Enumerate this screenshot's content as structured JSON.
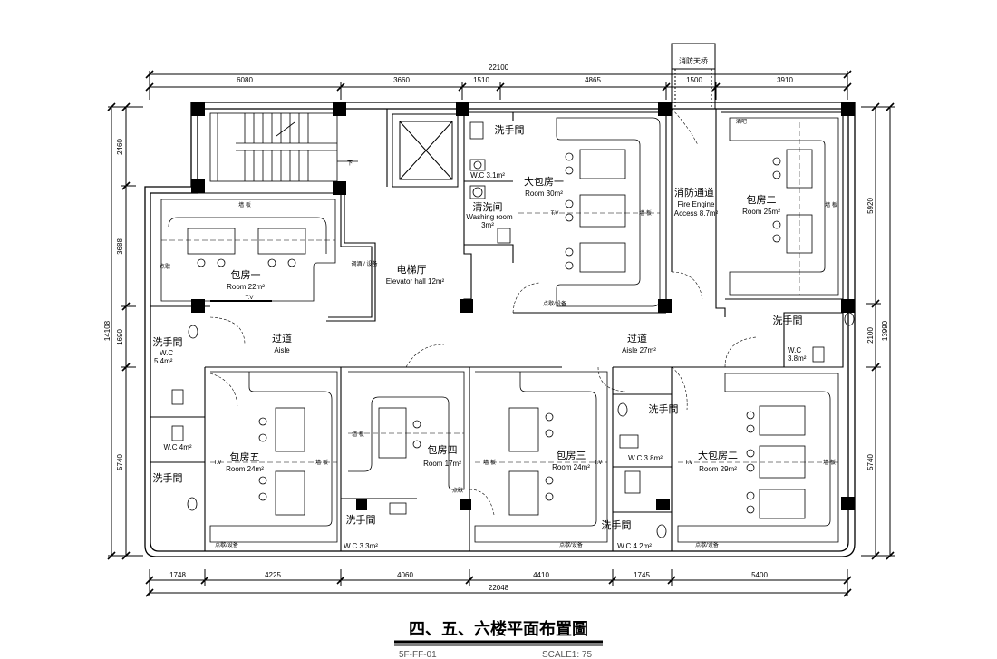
{
  "top_dims": {
    "total": "22100",
    "d1": "6080",
    "d2": "3660",
    "d3": "1510",
    "d4": "4865",
    "d5": "1500",
    "d6": "3910",
    "bridge": "消防天桥"
  },
  "bottom_dims": {
    "total": "22048",
    "d1": "1748",
    "d2": "4225",
    "d3": "4060",
    "d4": "4410",
    "d5": "1745",
    "d6": "5400"
  },
  "left_dims": {
    "total": "14108",
    "d1": "2460",
    "d2": "3688",
    "d3": "1690",
    "d4": "5740"
  },
  "right_dims": {
    "total": "13990",
    "d1": "5920",
    "d2": "2100",
    "d3": "5740"
  },
  "rooms": {
    "room1": {
      "cn": "包房一",
      "en": "Room 22m²"
    },
    "room2": {
      "cn": "包房二",
      "en": "Room 25m²"
    },
    "room3": {
      "cn": "包房三",
      "en": "Room 24m²"
    },
    "room4": {
      "cn": "包房四",
      "en": "Room 17m²"
    },
    "room5": {
      "cn": "包房五",
      "en": "Room 24m²"
    },
    "big1": {
      "cn": "大包房一",
      "en": "Room 30m²"
    },
    "big2": {
      "cn": "大包房二",
      "en": "Room 29m²"
    },
    "elevator": {
      "cn": "电梯厅",
      "en": "Elevator hall 12m²"
    },
    "fire": {
      "cn": "消防通道",
      "en1": "Fire Engine",
      "en2": "Access 8.7m²"
    },
    "aisle1": {
      "cn": "过道",
      "en": "Aisle"
    },
    "aisle2": {
      "cn": "过道",
      "en": "Aisle 27m²"
    },
    "washing": {
      "cn": "清洗间",
      "en": "Washing room",
      "area": "3m²"
    }
  },
  "wc": {
    "wc1": "W.C 3.1m²",
    "wc2": "W.C",
    "wc2a": "5.4m²",
    "wc3": "W.C  4m²",
    "wc4": "W.C  3.3m²",
    "wc5": "W.C 3.8m²",
    "wc6": "W.C 4.2m²",
    "wc7": "W.C",
    "wc7a": "3.8m²"
  },
  "washroom_label": "洗手間",
  "small": {
    "wall": "墙 板",
    "tv": "T.V",
    "down": "下",
    "dimsum": "点歇",
    "storage": "调酒 / 设备",
    "sink": "酒吧",
    "ctr": "点歇/设备"
  },
  "title": "四、五、六楼平面布置圖",
  "code": "5F-FF-01",
  "scale": "SCALE1: 75"
}
